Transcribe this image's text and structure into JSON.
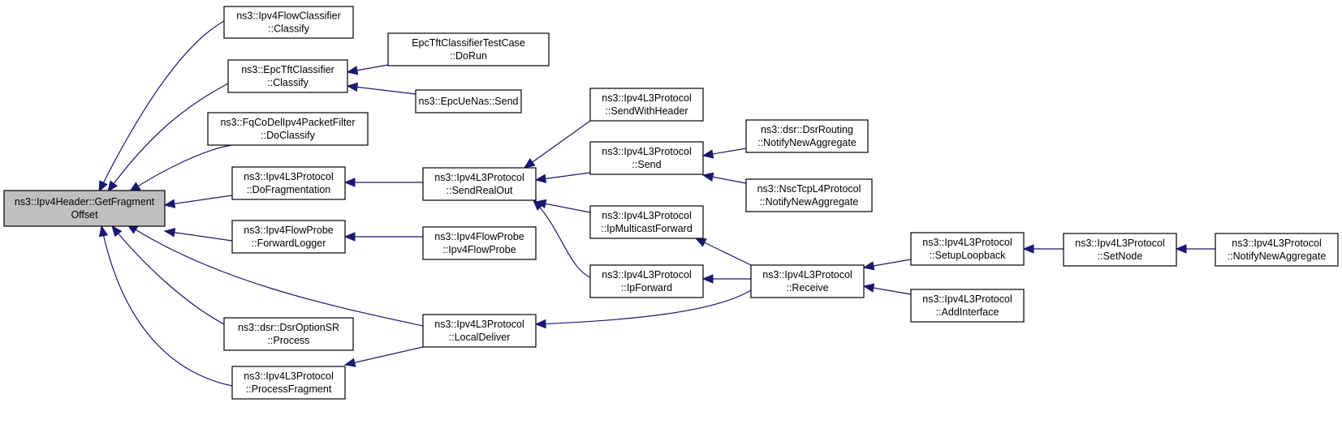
{
  "diagram": {
    "title": "",
    "nodes": [
      {
        "id": "root",
        "lines": [
          "ns3::Ipv4Header::GetFragment",
          "Offset"
        ],
        "root": true
      },
      {
        "id": "flowcls",
        "lines": [
          "ns3::Ipv4FlowClassifier",
          "::Classify"
        ]
      },
      {
        "id": "epctft",
        "lines": [
          "ns3::EpcTftClassifier",
          "::Classify"
        ]
      },
      {
        "id": "fqcodel",
        "lines": [
          "ns3::FqCoDelIpv4PacketFilter",
          "::DoClassify"
        ]
      },
      {
        "id": "dofrag",
        "lines": [
          "ns3::Ipv4L3Protocol",
          "::DoFragmentation"
        ]
      },
      {
        "id": "fwdlog",
        "lines": [
          "ns3::Ipv4FlowProbe",
          "::ForwardLogger"
        ]
      },
      {
        "id": "dsropt",
        "lines": [
          "ns3::dsr::DsrOptionSR",
          "::Process"
        ]
      },
      {
        "id": "procfrag",
        "lines": [
          "ns3::Ipv4L3Protocol",
          "::ProcessFragment"
        ]
      },
      {
        "id": "epctest",
        "lines": [
          "EpcTftClassifierTestCase",
          "::DoRun"
        ]
      },
      {
        "id": "epcue",
        "lines": [
          "ns3::EpcUeNas::Send"
        ]
      },
      {
        "id": "sendreal",
        "lines": [
          "ns3::Ipv4L3Protocol",
          "::SendRealOut"
        ]
      },
      {
        "id": "probe",
        "lines": [
          "ns3::Ipv4FlowProbe",
          "::Ipv4FlowProbe"
        ]
      },
      {
        "id": "localdel",
        "lines": [
          "ns3::Ipv4L3Protocol",
          "::LocalDeliver"
        ]
      },
      {
        "id": "sendwh",
        "lines": [
          "ns3::Ipv4L3Protocol",
          "::SendWithHeader"
        ]
      },
      {
        "id": "send",
        "lines": [
          "ns3::Ipv4L3Protocol",
          "::Send"
        ]
      },
      {
        "id": "ipmcast",
        "lines": [
          "ns3::Ipv4L3Protocol",
          "::IpMulticastForward"
        ]
      },
      {
        "id": "ipfwd",
        "lines": [
          "ns3::Ipv4L3Protocol",
          "::IpForward"
        ]
      },
      {
        "id": "dsrrout",
        "lines": [
          "ns3::dsr::DsrRouting",
          "::NotifyNewAggregate"
        ]
      },
      {
        "id": "nsctcp",
        "lines": [
          "ns3::NscTcpL4Protocol",
          "::NotifyNewAggregate"
        ]
      },
      {
        "id": "receive",
        "lines": [
          "ns3::Ipv4L3Protocol",
          "::Receive"
        ]
      },
      {
        "id": "setuplb",
        "lines": [
          "ns3::Ipv4L3Protocol",
          "::SetupLoopback"
        ]
      },
      {
        "id": "addif",
        "lines": [
          "ns3::Ipv4L3Protocol",
          "::AddInterface"
        ]
      },
      {
        "id": "setnode",
        "lines": [
          "ns3::Ipv4L3Protocol",
          "::SetNode"
        ]
      },
      {
        "id": "notifyna",
        "lines": [
          "ns3::Ipv4L3Protocol",
          "::NotifyNewAggregate"
        ]
      }
    ],
    "edges": [
      {
        "from": "flowcls",
        "to": "root"
      },
      {
        "from": "epctft",
        "to": "root"
      },
      {
        "from": "fqcodel",
        "to": "root"
      },
      {
        "from": "dofrag",
        "to": "root"
      },
      {
        "from": "fwdlog",
        "to": "root"
      },
      {
        "from": "localdel",
        "to": "root"
      },
      {
        "from": "dsropt",
        "to": "root"
      },
      {
        "from": "procfrag",
        "to": "root"
      },
      {
        "from": "epctest",
        "to": "epctft"
      },
      {
        "from": "epcue",
        "to": "epctft"
      },
      {
        "from": "sendreal",
        "to": "dofrag"
      },
      {
        "from": "probe",
        "to": "fwdlog"
      },
      {
        "from": "localdel",
        "to": "procfrag"
      },
      {
        "from": "sendwh",
        "to": "sendreal"
      },
      {
        "from": "send",
        "to": "sendreal"
      },
      {
        "from": "ipmcast",
        "to": "sendreal"
      },
      {
        "from": "ipfwd",
        "to": "sendreal"
      },
      {
        "from": "dsrrout",
        "to": "send"
      },
      {
        "from": "nsctcp",
        "to": "send"
      },
      {
        "from": "receive",
        "to": "ipmcast"
      },
      {
        "from": "receive",
        "to": "ipfwd"
      },
      {
        "from": "receive",
        "to": "localdel"
      },
      {
        "from": "setuplb",
        "to": "receive"
      },
      {
        "from": "addif",
        "to": "receive"
      },
      {
        "from": "setnode",
        "to": "setuplb"
      },
      {
        "from": "notifyna",
        "to": "setnode"
      }
    ]
  }
}
